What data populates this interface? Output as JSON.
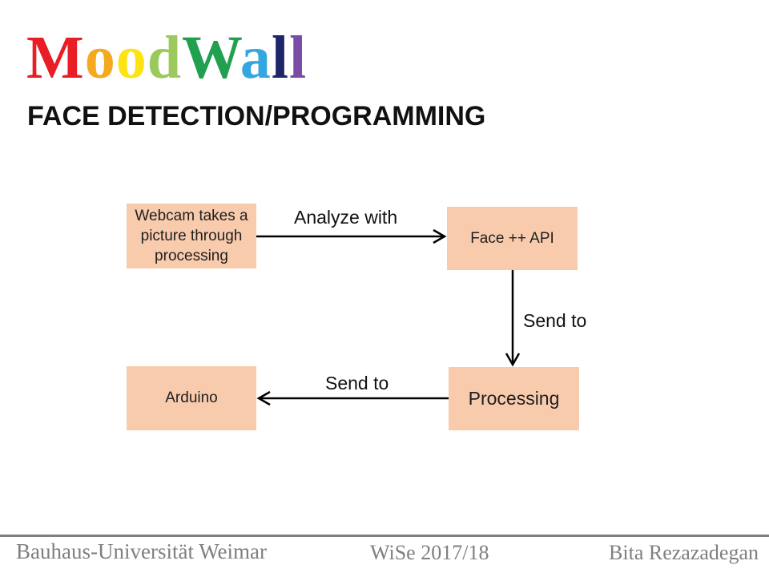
{
  "logo": {
    "word": "MoodWall",
    "letters": [
      {
        "char": "M",
        "color": "#e91d25"
      },
      {
        "char": "o",
        "color": "#f5a91f"
      },
      {
        "char": "o",
        "color": "#ffe211"
      },
      {
        "char": "d",
        "color": "#9cc95b"
      },
      {
        "char": "W",
        "color": "#21a04f"
      },
      {
        "char": "a",
        "color": "#34a7e0"
      },
      {
        "char": "l",
        "color": "#1d2669"
      },
      {
        "char": "l",
        "color": "#7a4ca5"
      }
    ]
  },
  "heading": {
    "title": "FACE DETECTION/PROGRAMMING"
  },
  "diagram": {
    "box_fill": "#f8cbad",
    "arrow_color": "#000000",
    "boxes": [
      {
        "id": "webcam",
        "label": "Webcam takes a picture through processing"
      },
      {
        "id": "faceapi",
        "label": "Face ++ API"
      },
      {
        "id": "processing",
        "label": "Processing"
      },
      {
        "id": "arduino",
        "label": "Arduino"
      }
    ],
    "arrows": [
      {
        "label": "Analyze with",
        "from": "webcam",
        "to": "faceapi",
        "direction": "right"
      },
      {
        "label": "Send to",
        "from": "faceapi",
        "to": "processing",
        "direction": "down"
      },
      {
        "label": "Send to",
        "from": "processing",
        "to": "arduino",
        "direction": "left"
      }
    ]
  },
  "footer": {
    "left": "Bauhaus-Universität Weimar",
    "center": "WiSe 2017/18",
    "right": "Bita Rezazadegan",
    "text_color": "#7f7f7f",
    "divider_color": "#808080"
  }
}
